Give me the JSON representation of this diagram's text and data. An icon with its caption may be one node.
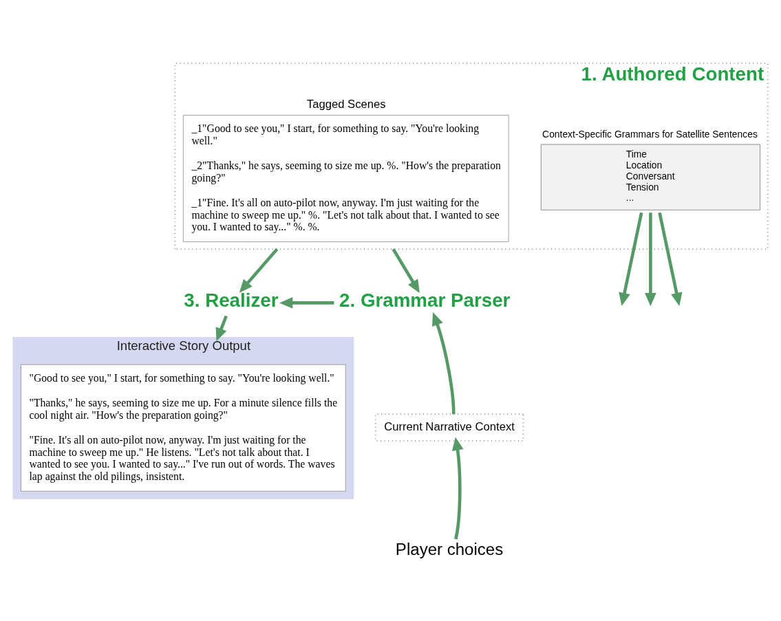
{
  "diagram": {
    "nodes": [
      {
        "text": [
          "1. Authored Content"
        ]
      },
      {
        "text": [
          "Tagged Scenes",
          "_1\"Good to see you,\" I start, for something to say. \"You're looking well.\"",
          "_2\"Thanks,\" he says, seeming to size me up. %. \"How's the preparation going?\"",
          "_1\"Fine. It's all on auto-pilot now, anyway. I'm just waiting for the machine to sweep me up.\" %. \"Let's not talk about that. I wanted to see you. I wanted to say...\" %. %."
        ],
        "in": 0
      },
      {
        "text": [
          "Context-Specific Grammars for Satellite Sentences",
          "Time",
          "Location",
          "Conversant",
          "Tension",
          "..."
        ],
        "in": 0
      },
      {
        "text": [
          "3. Realizer"
        ]
      },
      {
        "text": [
          "2. Grammar Parser"
        ]
      },
      {
        "text": [
          "Interactive Story Output"
        ]
      },
      {
        "text": [
          "\"Good to see you,\" I start, for something to say. \"You're looking well.\"",
          "\"Thanks,\" he says, seeming to size me up. For a minute silence fills the cool night air. \"How's the preparation going?\"",
          "\"Fine. It's all on auto-pilot now, anyway. I'm just waiting for the machine to sweep me up.\" He listens. \"Let's not talk about that. I wanted to see you. I wanted to say...\" I've run out of words. The waves lap against the old pilings, insistent."
        ],
        "in": 5
      },
      {
        "text": [
          "Current Narrative Context"
        ]
      },
      {
        "text": [
          "Player choices"
        ]
      }
    ],
    "edges": [
      {
        "from": 2,
        "to": null,
        "arrow": "to"
      },
      {
        "from": 2,
        "to": null,
        "arrow": "to"
      },
      {
        "from": 2,
        "to": null,
        "arrow": "to"
      },
      {
        "from": 0,
        "to": 3,
        "arrow": "to"
      },
      {
        "from": 0,
        "to": 4,
        "arrow": "to"
      },
      {
        "from": 4,
        "to": 3,
        "arrow": "to"
      },
      {
        "from": 3,
        "to": 5,
        "arrow": "to"
      },
      {
        "from": 7,
        "to": 4,
        "arrow": "to"
      },
      {
        "from": 8,
        "to": 7,
        "arrow": "to"
      }
    ]
  }
}
